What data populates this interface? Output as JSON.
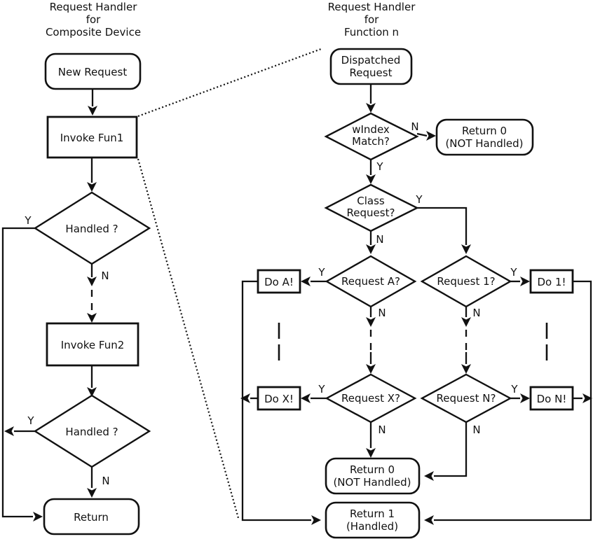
{
  "colors": {
    "line": "#111111",
    "background": "#ffffff"
  },
  "left_chart": {
    "title_lines": [
      "Request Handler",
      "for",
      "Composite Device"
    ],
    "new_request": "New Request",
    "invoke_fun1": "Invoke Fun1",
    "handled_1": "Handled ?",
    "invoke_fun2": "Invoke Fun2",
    "handled_2": "Handled ?",
    "return_label": "Return",
    "y1": "Y",
    "n1": "N",
    "y2": "Y",
    "n2": "N"
  },
  "right_chart": {
    "title_lines": [
      "Request Handler",
      "for",
      "Function n"
    ],
    "dispatched_lines": [
      "Dispatched",
      "Request"
    ],
    "windex_lines": [
      "wIndex",
      "Match?"
    ],
    "windex_n": "N",
    "windex_y": "Y",
    "return0_top_lines": [
      "Return 0",
      "(NOT Handled)"
    ],
    "class_lines": [
      "Class",
      "Request?"
    ],
    "class_y": "Y",
    "class_n": "N",
    "request_a": "Request A?",
    "request_a_y": "Y",
    "request_a_n": "N",
    "do_a": "Do A!",
    "request_1": "Request 1?",
    "request_1_y": "Y",
    "request_1_n": "N",
    "do_1": "Do 1!",
    "request_x": "Request X?",
    "request_x_y": "Y",
    "request_x_n": "N",
    "do_x": "Do X!",
    "request_n": "Request N?",
    "request_n_y": "Y",
    "request_n_n": "N",
    "do_n": "Do N!",
    "return0_bottom_lines": [
      "Return 0",
      "(NOT Handled)"
    ],
    "return1_lines": [
      "Return 1",
      "(Handled)"
    ]
  }
}
